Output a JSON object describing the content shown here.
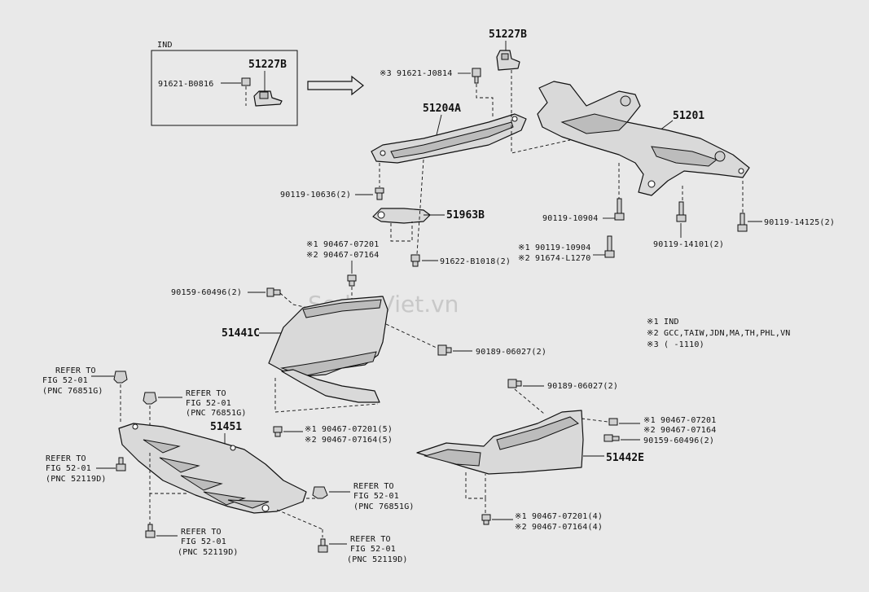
{
  "inset": {
    "label": "IND",
    "part": "51227B",
    "bolt": "91621-B0816"
  },
  "parts": {
    "p51227B": "51227B",
    "p51204A": "51204A",
    "p51201": "51201",
    "p51963B": "51963B",
    "p51441C": "51441C",
    "p51451": "51451",
    "p51442E": "51442E"
  },
  "fasteners": {
    "f91621_j0814": "※3 91621-J0814",
    "f90119_10636": "90119-10636(2)",
    "f90119_10904": "90119-10904",
    "f90119_14101": "90119-14101(2)",
    "f90119_14125": "90119-14125(2)",
    "f1_90467_07201": "※1 90467-07201",
    "f2_90467_07164": "※2 90467-07164",
    "f91622_b1018": "91622-B1018(2)",
    "f1_90119_10904": "※1 90119-10904",
    "f2_91674_l1270": "※2 91674-L1270",
    "f90159_60496_2": "90159-60496(2)",
    "f90189_06027_a": "90189-06027(2)",
    "f1_90467_07201_5": "※1 90467-07201(5)",
    "f2_90467_07164_5": "※2 90467-07164(5)",
    "f90189_06027_b": "90189-06027(2)",
    "f1_90467_07201_r": "※1 90467-07201",
    "f2_90467_07164_r": "※2 90467-07164",
    "f90159_60496_r": "90159-60496(2)",
    "f1_90467_07201_4": "※1 90467-07201(4)",
    "f2_90467_07164_4": "※2 90467-07164(4)"
  },
  "refs": {
    "r1": [
      "REFER TO",
      "FIG 52-01",
      "(PNC 76851G)"
    ],
    "r2": [
      "REFER TO",
      "FIG 52-01",
      "(PNC 76851G)"
    ],
    "r3": [
      "REFER TO",
      "FIG 52-01",
      "(PNC 52119D)"
    ],
    "r4": [
      "REFER TO",
      "FIG 52-01",
      "(PNC 76851G)"
    ],
    "r5": [
      "REFER TO",
      "FIG 52-01",
      "(PNC 52119D)"
    ],
    "r6": [
      "REFER TO",
      "FIG 52-01",
      "(PNC 52119D)"
    ]
  },
  "notes": {
    "n1": "※1  IND",
    "n2": "※2  GCC,TAIW,JDN,MA,TH,PHL,VN",
    "n3": "※3  (      -1110)"
  },
  "watermark": "SedanViet.vn"
}
